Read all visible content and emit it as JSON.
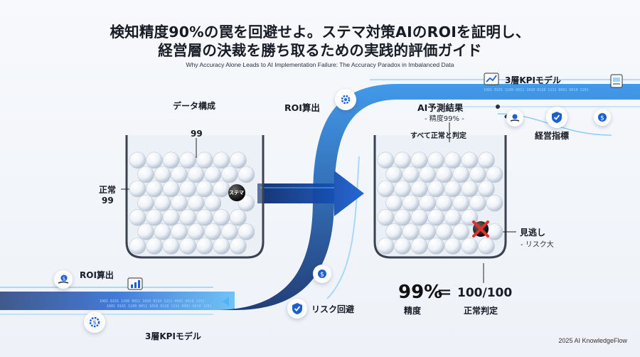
{
  "header": {
    "title_line1": "検知精度90%の罠を回避せよ。ステマ対策AIのROIを証明し、",
    "title_line2": "経営層の決裁を勝ち取るための実践的評価ガイド",
    "subtitle": "Why Accuracy Alone Leads to AI Implementation Failure: The Accuracy Paradox in Imbalanced Data"
  },
  "left_panel": {
    "heading": "データ構成",
    "count_label": "99",
    "normal_label": "正常",
    "normal_count": "99",
    "stealth_label": "ステマ"
  },
  "middle": {
    "roi_label": "ROI算出"
  },
  "right_panel": {
    "heading": "AI予測結果",
    "subheading": "- 精度99% -",
    "all_normal_label": "すべて正常と判定",
    "missed_label": "見逃し",
    "missed_sub": "- リスク大"
  },
  "result": {
    "accuracy_value": "99%",
    "equals": "=",
    "fraction": "100/100",
    "accuracy_label": "精度",
    "fraction_label": "正常判定"
  },
  "decor": {
    "kpi_top": "3層KPIモデル",
    "kpi_bottom": "3層KPIモデル",
    "mgmt_label": "経営指標",
    "roi_left": "ROI算出",
    "risk_label": "リスク回避",
    "binary_text": "1001 0101 1100 0011 1010 0110 1111 0001 0010 1101"
  },
  "footer": {
    "credit": "2025 AI KnowledgeFlow"
  },
  "colors": {
    "accent": "#1b5fd1",
    "stream_dark": "#0b2a6b",
    "stream_light": "#4ab3f4",
    "red_x": "#e0322c"
  }
}
